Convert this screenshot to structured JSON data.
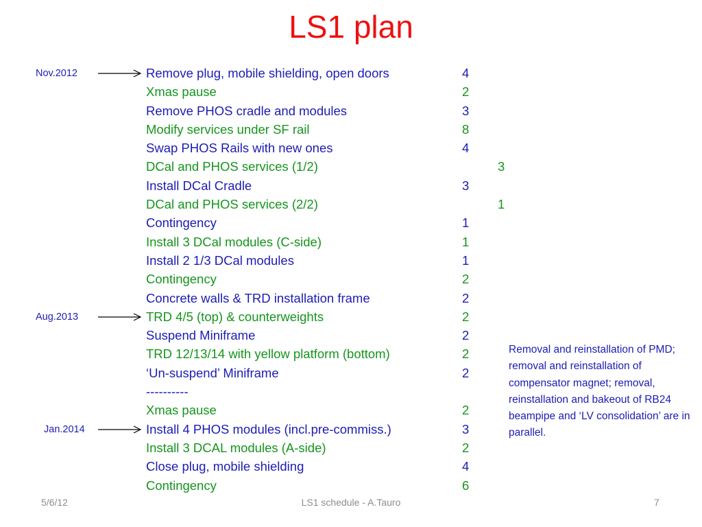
{
  "slide": {
    "title": "LS1 plan"
  },
  "rows": [
    {
      "task": "Remove plug, mobile shielding, open doors",
      "duration": "4",
      "color": "#1c1cb4"
    },
    {
      "task": "Xmas pause",
      "duration": "2",
      "color": "#15951c"
    },
    {
      "task": "Remove PHOS cradle and modules",
      "duration": "3",
      "color": "#1c1cb4"
    },
    {
      "task": "Modify services under SF rail",
      "duration": "8",
      "color": "#15951c"
    },
    {
      "task": "Swap PHOS Rails with new ones",
      "duration": "4",
      "color": "#1c1cb4"
    },
    {
      "task": "DCal and PHOS services (1/2)",
      "duration": "",
      "parallel_duration": "3",
      "color": "#15951c"
    },
    {
      "task": "Install DCal Cradle",
      "duration": "3",
      "color": "#1c1cb4"
    },
    {
      "task": "DCal and PHOS services (2/2)",
      "duration": "",
      "parallel_duration": "1",
      "color": "#15951c"
    },
    {
      "task": "Contingency",
      "duration": "1",
      "color": "#1c1cb4"
    },
    {
      "task": "Install 3 DCal modules (C-side)",
      "duration": "1",
      "color": "#15951c"
    },
    {
      "task": "Install 2 1/3 DCal modules",
      "duration": "1",
      "color": "#1c1cb4"
    },
    {
      "task": "Contingency",
      "duration": "2",
      "color": "#15951c"
    },
    {
      "task": "Concrete walls & TRD installation frame",
      "duration": "2",
      "color": "#1c1cb4"
    },
    {
      "task": "TRD 4/5 (top) & counterweights",
      "duration": "2",
      "color": "#15951c"
    },
    {
      "task": "Suspend Miniframe",
      "duration": "2",
      "color": "#1c1cb4"
    },
    {
      "task": "TRD 12/13/14 with yellow platform (bottom)",
      "duration": "2",
      "color": "#15951c"
    },
    {
      "task": "‘Un-suspend’ Miniframe",
      "duration": "2",
      "color": "#1c1cb4"
    },
    {
      "task": "----------",
      "duration": "",
      "color": "#1c1cb4"
    },
    {
      "task": "Xmas pause",
      "duration": "2",
      "color": "#15951c"
    },
    {
      "task": "Install 4 PHOS modules (incl.pre-commiss.)",
      "duration": "3",
      "color": "#1c1cb4"
    },
    {
      "task": "Install 3 DCAL modules (A-side)",
      "duration": "2",
      "color": "#15951c"
    },
    {
      "task": "Close plug, mobile shielding",
      "duration": "4",
      "color": "#1c1cb4"
    },
    {
      "task": "Contingency",
      "duration": "6",
      "color": "#15951c"
    }
  ],
  "markers": [
    {
      "label": "Nov.2012",
      "row": 0
    },
    {
      "label": "Aug.2013",
      "row": 13
    },
    {
      "label": "Jan.2014",
      "row": 19
    }
  ],
  "note": {
    "text": "Removal and reinstallation of PMD; removal and reinstallation of compensator magnet; removal, reinstallation and bakeout of RB24 beampipe and ‘LV consolidation’ are in parallel."
  },
  "footer": {
    "date": "5/6/12",
    "center": "LS1 schedule - A.Tauro",
    "page": "7"
  },
  "colors": {
    "title": "#ee1111",
    "blue_text": "#1c1cb4",
    "green_text": "#15951c",
    "footer_text": "#8c8c8c"
  }
}
